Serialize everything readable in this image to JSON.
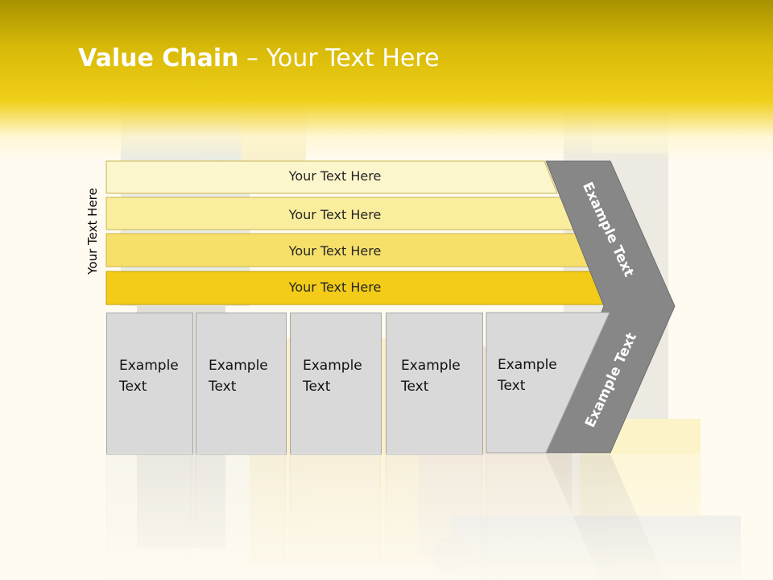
{
  "slide": {
    "title_bold": "Value Chain",
    "title_rest": " – Your Text Here",
    "side_label": "Your Text Here"
  },
  "support_rows": [
    {
      "label": "Your Text Here",
      "color": "#fcf6cc"
    },
    {
      "label": "Your Text Here",
      "color": "#faee9e"
    },
    {
      "label": "Your Text Here",
      "color": "#f6e06a"
    },
    {
      "label": "Your Text Here",
      "color": "#f2cc18"
    }
  ],
  "primary_boxes": [
    {
      "line1": "Example",
      "line2": "Text"
    },
    {
      "line1": "Example",
      "line2": "Text"
    },
    {
      "line1": "Example",
      "line2": "Text"
    },
    {
      "line1": "Example",
      "line2": "Text"
    },
    {
      "line1": "Example",
      "line2": "Text"
    }
  ],
  "chevron": {
    "top_label": "Example Text",
    "bottom_label": "Example Text",
    "color": "#878787"
  },
  "colors": {
    "header": "#e8c70c",
    "box_fill": "#d9d9d9",
    "box_border": "#a6a6a6"
  }
}
